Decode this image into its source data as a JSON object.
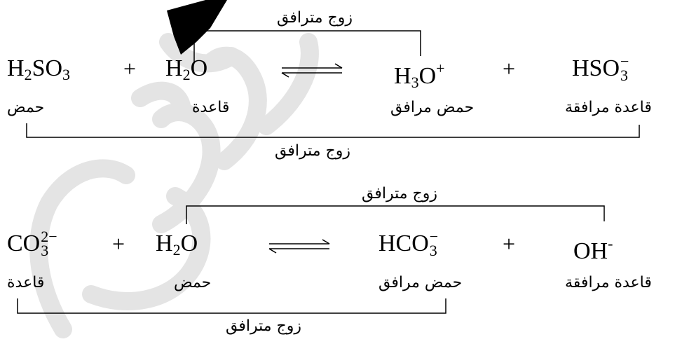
{
  "watermark": {
    "color": "#e4e4e4",
    "star_color": "#000000"
  },
  "reaction1": {
    "reactant_acid": {
      "base": "H",
      "sub1": "2",
      "mid": "SO",
      "sub2": "3"
    },
    "plus1": "+",
    "reactant_water": {
      "base": "H",
      "sub": "2",
      "tail": "O"
    },
    "product_hydronium": {
      "base": "H",
      "sub": "3",
      "tail": "O",
      "sup": "+"
    },
    "plus2": "+",
    "product_bisulfite": {
      "base": "HSO",
      "sup": "−",
      "sub": "3"
    },
    "labels": {
      "acid": "حمض",
      "base": "قاعدة",
      "conjugate_acid": "حمض مرافق",
      "conjugate_base": "قاعدة مرافقة"
    },
    "pair_top": "زوج مترافق",
    "pair_bottom": "زوج مترافق"
  },
  "reaction2": {
    "reactant_carbonate": {
      "base": "CO",
      "sup": "2−",
      "sub": "3"
    },
    "plus1": "+",
    "reactant_water": {
      "base": "H",
      "sub": "2",
      "tail": "O"
    },
    "product_bicarbonate": {
      "base": "HCO",
      "sup": "−",
      "sub": "3"
    },
    "plus2": "+",
    "product_hydroxide": {
      "base": "OH",
      "sup": "-"
    },
    "labels": {
      "base": "قاعدة",
      "acid": "حمض",
      "conjugate_acid": "حمض مرافق",
      "conjugate_base": "قاعدة مرافقة"
    },
    "pair_top": "زوج مترافق",
    "pair_bottom": "زوج مترافق"
  }
}
